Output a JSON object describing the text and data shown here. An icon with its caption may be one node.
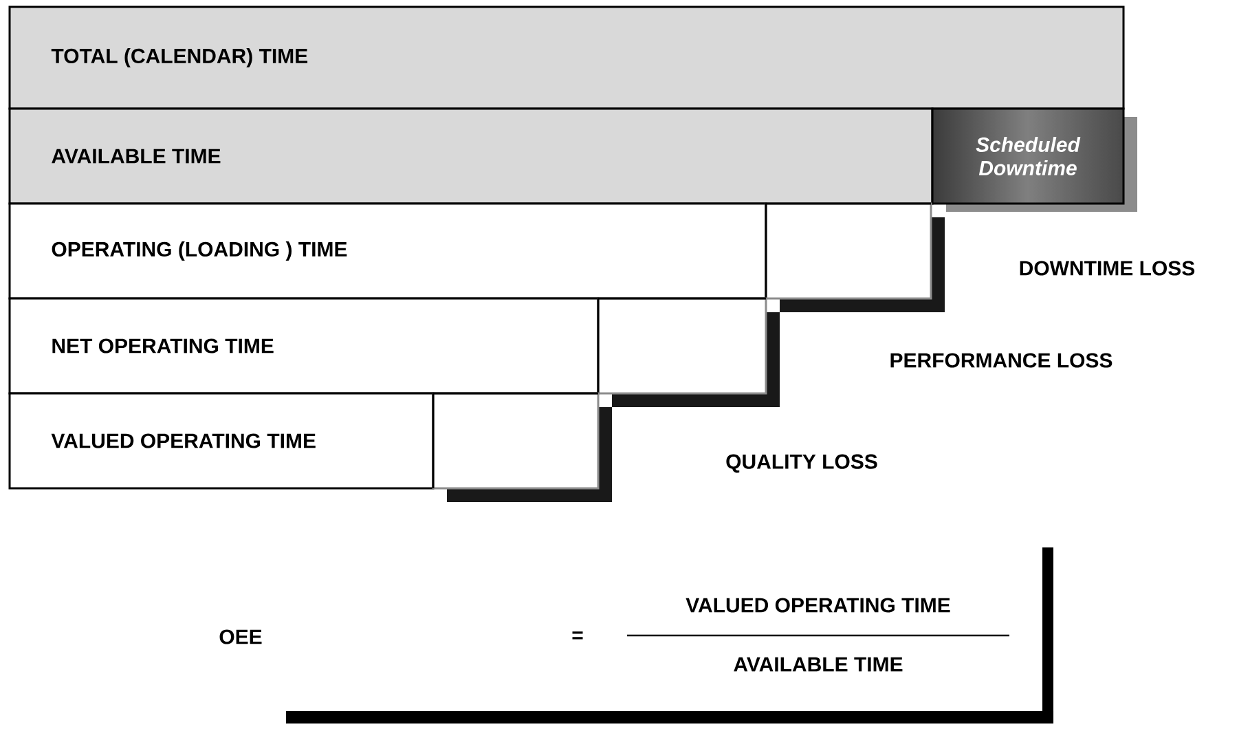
{
  "diagram": {
    "nodes": [
      {
        "text": [
          "TOTAL (CALENDAR) TIME"
        ]
      },
      {
        "text": [
          "AVAILABLE TIME"
        ]
      },
      {
        "text": [
          "Scheduled Downtime"
        ]
      },
      {
        "text": [
          "OPERATING (LOADING ) TIME"
        ]
      },
      {
        "text": [],
        "shape": "box"
      },
      {
        "text": [
          "NET OPERATING TIME"
        ]
      },
      {
        "text": [],
        "shape": "box"
      },
      {
        "text": [
          "VALUED OPERATING TIME"
        ]
      },
      {
        "text": [],
        "shape": "box"
      }
    ],
    "labels": [
      "DOWNTIME LOSS",
      "PERFORMANCE LOSS",
      "QUALITY LOSS",
      "OEE",
      "=",
      "VALUED OPERATING TIME",
      "AVAILABLE TIME"
    ]
  }
}
